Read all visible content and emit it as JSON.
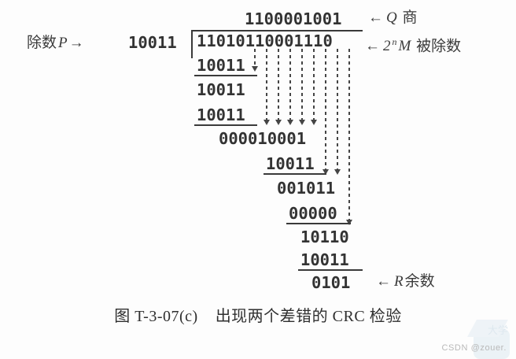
{
  "figure": {
    "title_caption": "图 T-3-07(c)",
    "caption_text": "出现两个差错的 CRC 检验"
  },
  "labels": {
    "divisor_label": "除数",
    "divisor_symbol": "P",
    "divisor_arrow": "→",
    "quotient_arrow": "←",
    "quotient_symbol": "Q",
    "quotient_label": "商",
    "dividend_arrow": "←",
    "dividend_symbol_base": "2",
    "dividend_symbol_exp": "n",
    "dividend_symbol_m": "M",
    "dividend_label": "被除数",
    "remainder_arrow": "←",
    "remainder_symbol": "R",
    "remainder_label": "余数"
  },
  "division": {
    "quotient": "1100001001",
    "divisor": "10011",
    "dividend": "11010110001110",
    "steps": [
      {
        "name": "step-1-subtrahend",
        "value": "10011"
      },
      {
        "name": "step-2-subtrahend",
        "value": "10011"
      },
      {
        "name": "step-3-subtrahend",
        "value": "10011"
      },
      {
        "name": "partial-remainder-1",
        "value": "000010001"
      },
      {
        "name": "step-4-subtrahend",
        "value": "10011"
      },
      {
        "name": "partial-remainder-2",
        "value": "001011"
      },
      {
        "name": "step-5-subtrahend",
        "value": "00000"
      },
      {
        "name": "partial-remainder-3",
        "value": "10110"
      },
      {
        "name": "step-6-subtrahend",
        "value": "10011"
      },
      {
        "name": "remainder",
        "value": "0101"
      }
    ]
  },
  "watermark": {
    "text": "CSDN @zouer."
  },
  "colors": {
    "ink": "#333333",
    "background": "#fdfdfd",
    "dashed_line": "#454545"
  }
}
